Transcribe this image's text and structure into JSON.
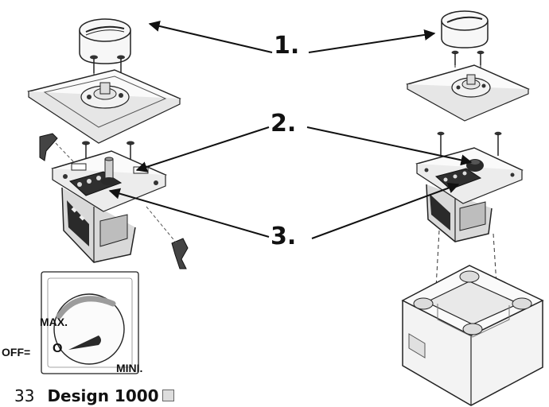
{
  "callouts": {
    "one": "1.",
    "two": "2.",
    "three": "3."
  },
  "dial": {
    "max_label": "MAX.",
    "off_label": "OFF=",
    "zero_label": "O",
    "min_label": "MINI."
  },
  "footer": {
    "page_number": "33",
    "title": "Design 1000"
  },
  "icons": {
    "knob": "knob-cap-icon",
    "frame": "cover-frame-icon",
    "insert": "dimmer-insert-icon",
    "box": "flush-box-icon",
    "small": "page-icon"
  },
  "colors": {
    "line": "#222222",
    "fill": "#f7f7f7",
    "shade": "#bdbdbd",
    "dark": "#2a2a2a",
    "dial_arc": "#9c9c9c"
  }
}
